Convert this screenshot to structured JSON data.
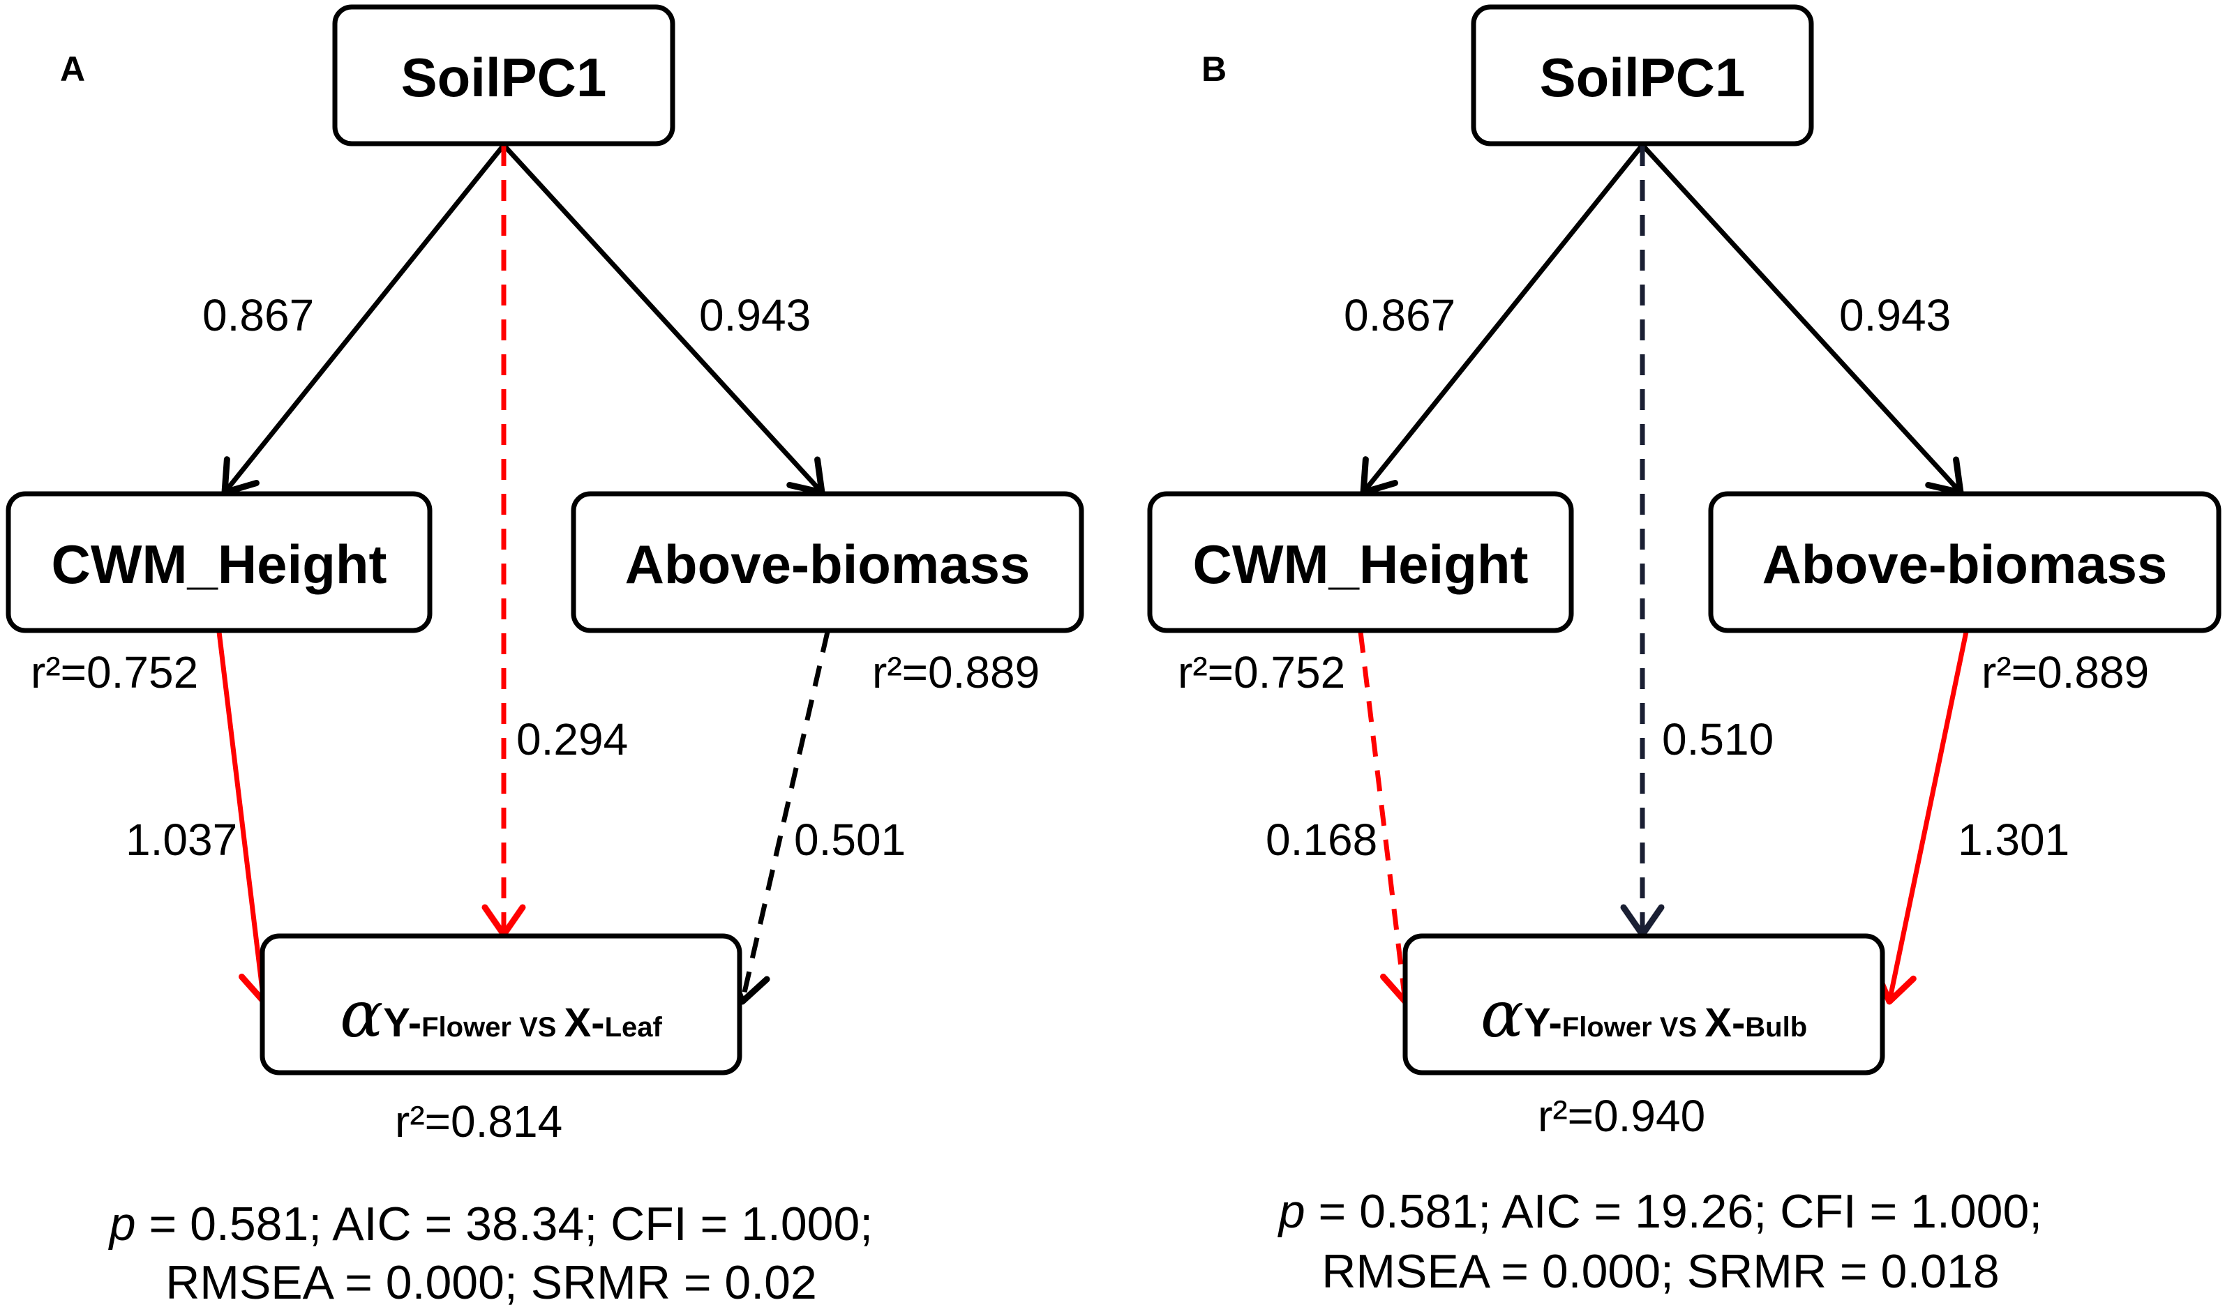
{
  "colors": {
    "significant_positive": "#ff0000",
    "nonsignificant_red": "#ff0000",
    "nonsignificant_black": "#000000",
    "nonsignificant_navy": "#1a1f33",
    "arrow_black": "#000000"
  },
  "panels": [
    {
      "letter": "A",
      "nodes": {
        "top": "SoilPC1",
        "left": "CWM_Height",
        "right": "Above-biomass",
        "bottom": {
          "alpha": "α",
          "y_prefix": "Y-",
          "y_name": "Flower VS ",
          "x_prefix": "X-",
          "x_name": "Leaf"
        }
      },
      "paths": {
        "soil_to_height": "0.867",
        "soil_to_biomass": "0.943",
        "soil_to_alpha": "0.294",
        "height_to_alpha": "1.037",
        "biomass_to_alpha": "0.501"
      },
      "r2": {
        "height": "r²=0.752",
        "biomass": "r²=0.889",
        "alpha": "r²=0.814"
      },
      "stats": {
        "p_symbol": "p",
        "line1_rest": " = 0.581;  AIC = 38.34; CFI = 1.000;",
        "line2": "RMSEA = 0.000;  SRMR = 0.02"
      }
    },
    {
      "letter": "B",
      "nodes": {
        "top": "SoilPC1",
        "left": "CWM_Height",
        "right": "Above-biomass",
        "bottom": {
          "alpha": "α",
          "y_prefix": "Y-",
          "y_name": "Flower VS ",
          "x_prefix": "X-",
          "x_name": "Bulb"
        }
      },
      "paths": {
        "soil_to_height": "0.867",
        "soil_to_biomass": "0.943",
        "soil_to_alpha": "0.510",
        "height_to_alpha": "0.168",
        "biomass_to_alpha": "1.301"
      },
      "r2": {
        "height": "r²=0.752",
        "biomass": "r²=0.889",
        "alpha": "r²=0.940"
      },
      "stats": {
        "p_symbol": "p",
        "line1_rest": " = 0.581;  AIC = 19.26; CFI = 1.000;",
        "line2": "RMSEA = 0.000;  SRMR = 0.018"
      }
    }
  ]
}
